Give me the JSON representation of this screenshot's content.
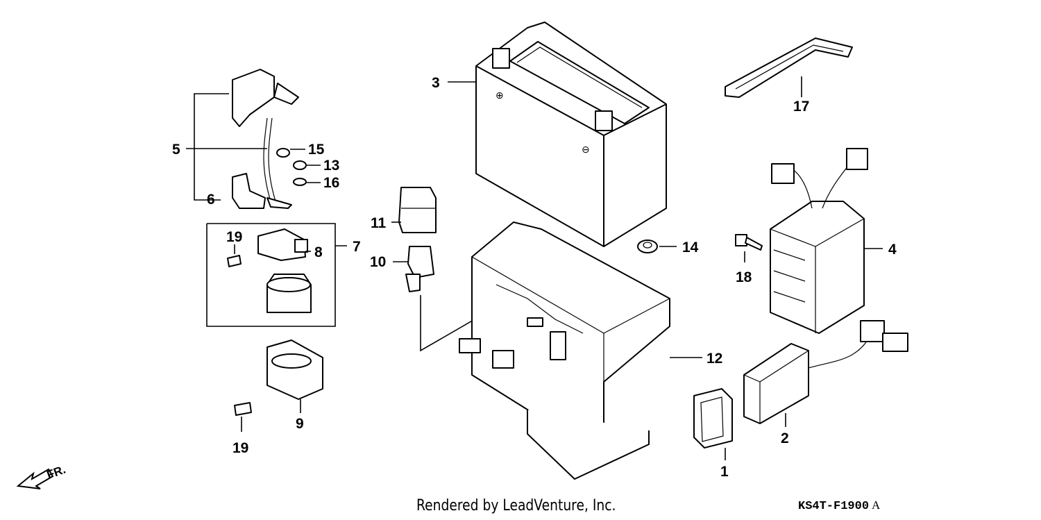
{
  "diagram": {
    "parts": [
      {
        "id": "battery",
        "callout": "3"
      },
      {
        "id": "battery-strap",
        "callout": "17"
      },
      {
        "id": "cable-cover-upper",
        "callout": "5"
      },
      {
        "id": "cable-cover-lower",
        "callout": "6"
      },
      {
        "id": "nut-15",
        "callout": "15"
      },
      {
        "id": "nut-13",
        "callout": "13"
      },
      {
        "id": "washer-16",
        "callout": "16"
      },
      {
        "id": "starter-relay-assy",
        "callout": "7"
      },
      {
        "id": "fuse-19-top",
        "callout": "19"
      },
      {
        "id": "relay-cover",
        "callout": "8"
      },
      {
        "id": "relay-holder",
        "callout": "9"
      },
      {
        "id": "fuse-19-bottom",
        "callout": "19"
      },
      {
        "id": "relay-11",
        "callout": "11"
      },
      {
        "id": "relay-10",
        "callout": "10"
      },
      {
        "id": "battery-box",
        "callout": "12"
      },
      {
        "id": "grommet",
        "callout": "14"
      },
      {
        "id": "bolt",
        "callout": "18"
      },
      {
        "id": "regulator-rectifier",
        "callout": "4"
      },
      {
        "id": "control-unit",
        "callout": "2"
      },
      {
        "id": "rubber-band",
        "callout": "1"
      }
    ],
    "direction_label": "FR."
  },
  "footer": {
    "credit": "Rendered by LeadVenture, Inc.",
    "code": "KS4T-F1900",
    "code_suffix": "A"
  }
}
